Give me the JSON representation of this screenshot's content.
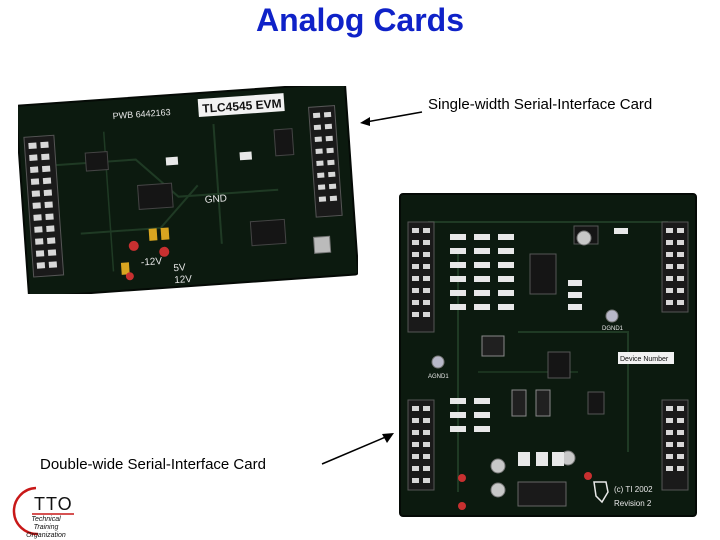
{
  "slide": {
    "title": "Analog Cards",
    "labels": {
      "single_width": "Single-width Serial-Interface Card",
      "double_wide": "Double-wide Serial-Interface Card"
    },
    "logo": {
      "name": "TTO",
      "lines": [
        "Technical",
        "Training",
        "Organization"
      ]
    }
  },
  "board_small": {
    "silkscreen": {
      "part_no": "PWB 6442163",
      "model": "TLC4545 EVM",
      "gnd": "GND",
      "v12n": "-12V",
      "v5": "5V",
      "v12": "12V"
    }
  },
  "board_large": {
    "silkscreen": {
      "device_number": "Device Number",
      "copyright": "(c) TI 2002",
      "revision": "Revision 2",
      "agnd1": "AGND1",
      "agnd2": "DGND1"
    }
  },
  "colors": {
    "title": "#0f22c8",
    "pcb": "#0c1a0f",
    "pcb_trace": "#1f3a24",
    "silk": "#e8e8e8",
    "logo_ring": "#c81818"
  }
}
